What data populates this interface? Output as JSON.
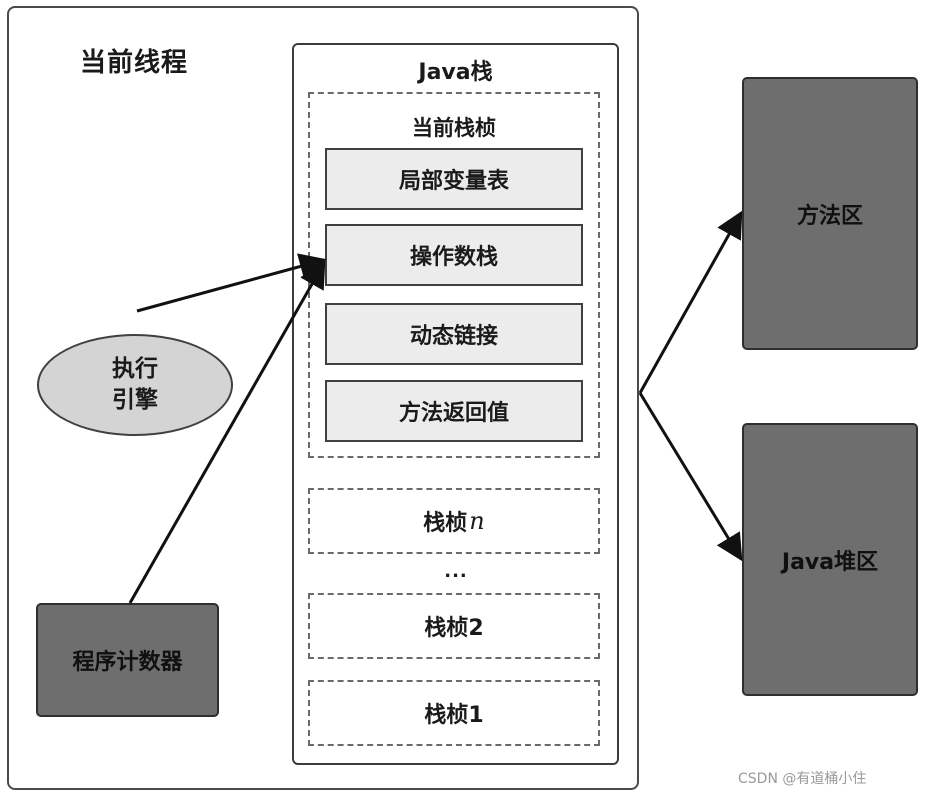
{
  "thread": {
    "title": "当前线程"
  },
  "java_stack": {
    "title": "Java栈",
    "current_frame": {
      "title": "当前栈桢",
      "slots": [
        "局部变量表",
        "操作数栈",
        "动态链接",
        "方法返回值"
      ]
    },
    "frames": {
      "frame_n_prefix": "栈桢",
      "frame_n_var": "n",
      "ellipsis": "...",
      "frame_2": "栈桢2",
      "frame_1": "栈桢1"
    }
  },
  "engine": {
    "line1": "执行",
    "line2": "引擎"
  },
  "program_counter": {
    "label": "程序计数器"
  },
  "method_area": {
    "label": "方法区"
  },
  "heap": {
    "label": "Java堆区"
  },
  "watermark": "CSDN @有道桶小住"
}
